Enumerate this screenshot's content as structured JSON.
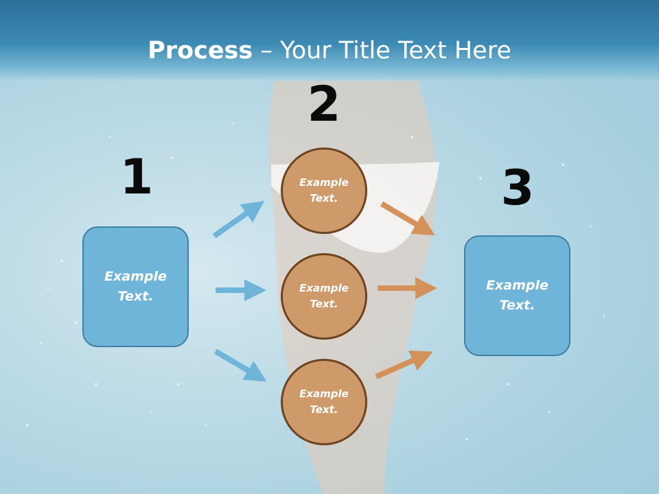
{
  "title": {
    "bold": "Process",
    "rest": " – Your Title Text Here"
  },
  "steps": {
    "one": "1",
    "two": "2",
    "three": "3"
  },
  "left_box": {
    "text": "Example Text."
  },
  "circles": [
    {
      "text": "Example Text."
    },
    {
      "text": "Example Text."
    },
    {
      "text": "Example Text."
    }
  ],
  "right_box": {
    "text": "Example Text."
  },
  "colors": {
    "blue_arrow": "#6fb4d9",
    "brown_arrow": "#d4915a",
    "box": "#6fb4d9",
    "circle": "#cf9a6a"
  }
}
